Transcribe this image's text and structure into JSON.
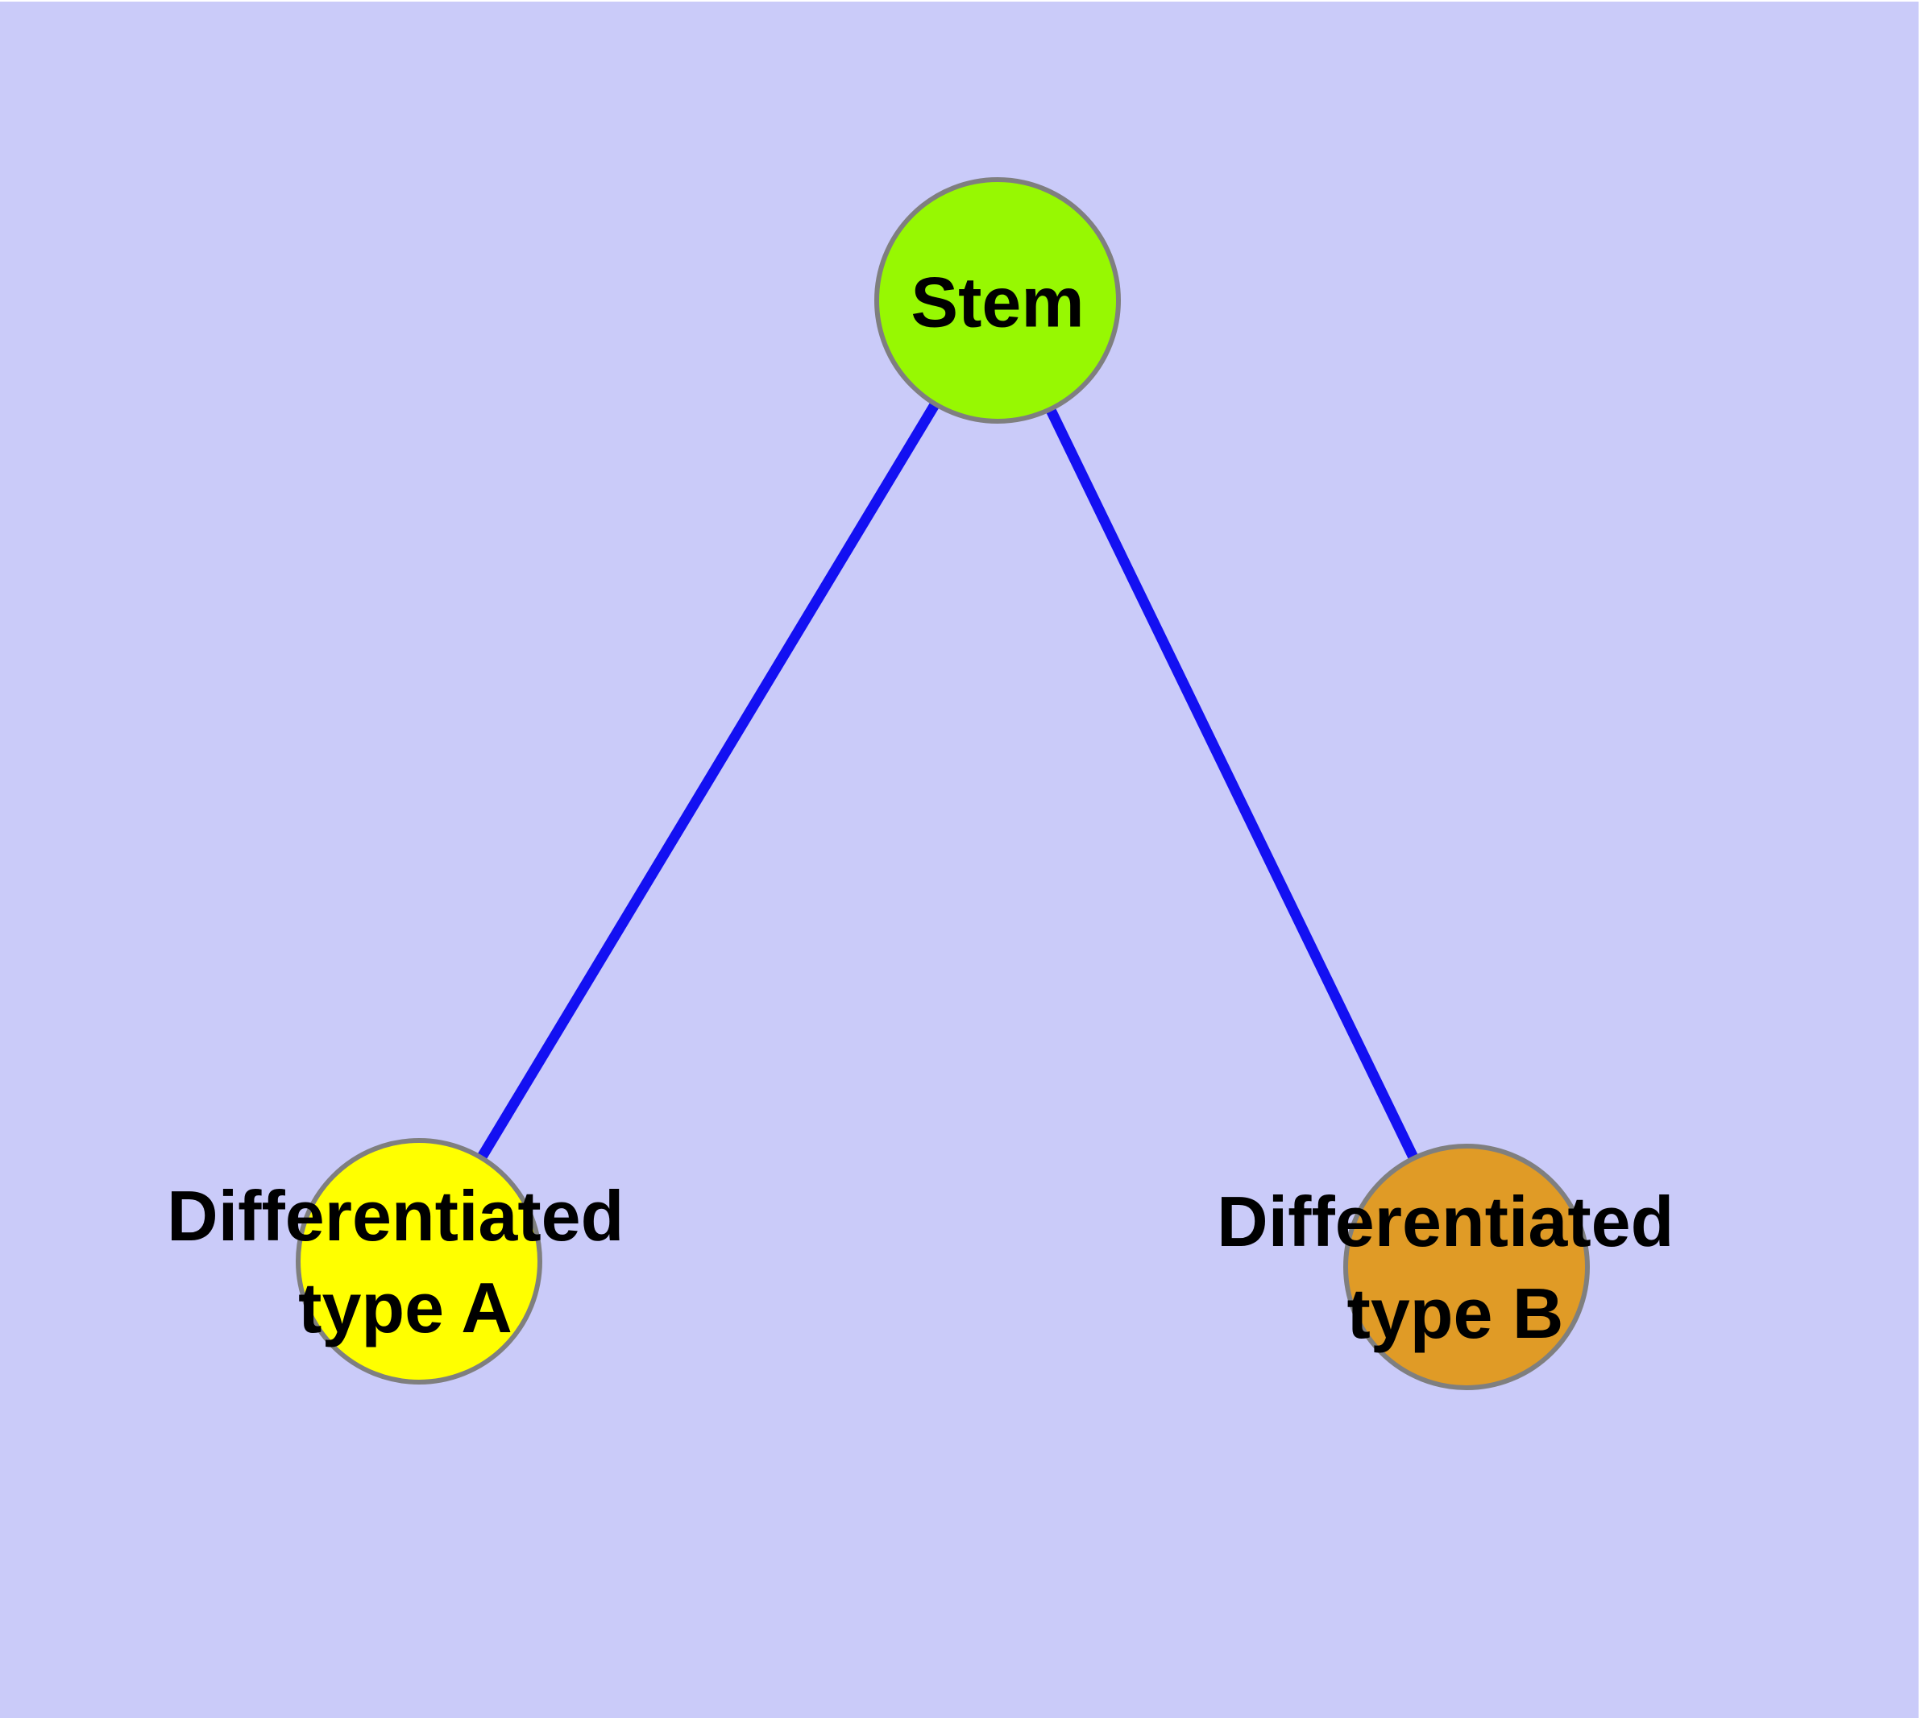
{
  "figure": {
    "background_color": "#CACBF9",
    "margin_color": "#FFFFFF",
    "text_color": "#000000"
  },
  "graph": {
    "nodes": [
      {
        "id": "stem",
        "label": "Stem",
        "fill": "#97F802",
        "border": "#7F7F7F"
      },
      {
        "id": "differentiated-type-a",
        "label": "Differentiated type A",
        "label_lines": [
          "Differentiated",
          "type A"
        ],
        "fill": "#FFFF00",
        "border": "#7F7F7F"
      },
      {
        "id": "differentiated-type-b",
        "label": "Differentiated type B",
        "label_lines": [
          "Differentiated",
          "type B"
        ],
        "fill": "#E09B26",
        "border": "#7F7F7F"
      }
    ],
    "edges": [
      {
        "from": "Stem",
        "to": "Differentiated type A",
        "color": "#1310F2"
      },
      {
        "from": "Stem",
        "to": "Differentiated type B",
        "color": "#1310F2"
      }
    ]
  }
}
